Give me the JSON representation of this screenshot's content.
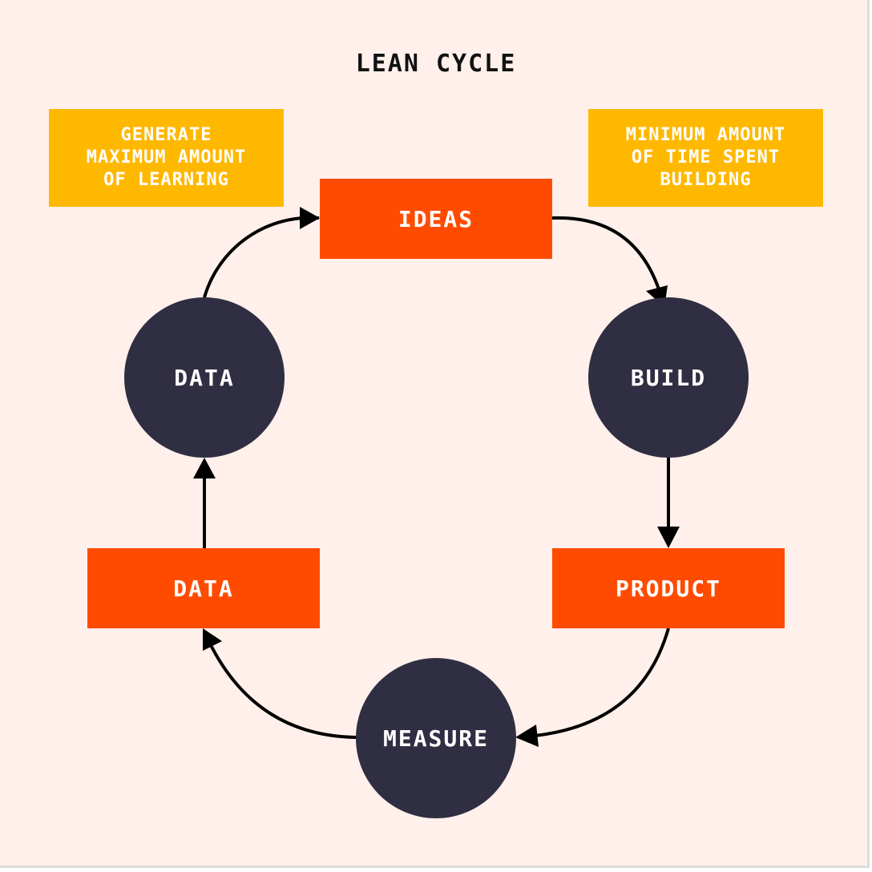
{
  "diagram": {
    "title": "LEAN CYCLE",
    "notes": {
      "left": [
        "GENERATE",
        "MAXIMUM AMOUNT",
        "OF LEARNING"
      ],
      "right": [
        "MINIMUM AMOUNT",
        "OF TIME SPENT",
        "BUILDING"
      ]
    },
    "nodes": {
      "ideas": "IDEAS",
      "build": "BUILD",
      "product": "PRODUCT",
      "measure": "MEASURE",
      "data_box": "DATA",
      "data_circle": "DATA"
    },
    "edges": [
      {
        "from": "IDEAS",
        "to": "BUILD"
      },
      {
        "from": "BUILD",
        "to": "PRODUCT"
      },
      {
        "from": "PRODUCT",
        "to": "MEASURE"
      },
      {
        "from": "MEASURE",
        "to": "DATA"
      },
      {
        "from": "DATA",
        "to": "DATA"
      },
      {
        "from": "DATA",
        "to": "IDEAS"
      }
    ],
    "colors": {
      "background": "#fff0eb",
      "note": "#ffb800",
      "box": "#ff4b00",
      "circle": "#302e42",
      "arrow": "#000000"
    }
  }
}
